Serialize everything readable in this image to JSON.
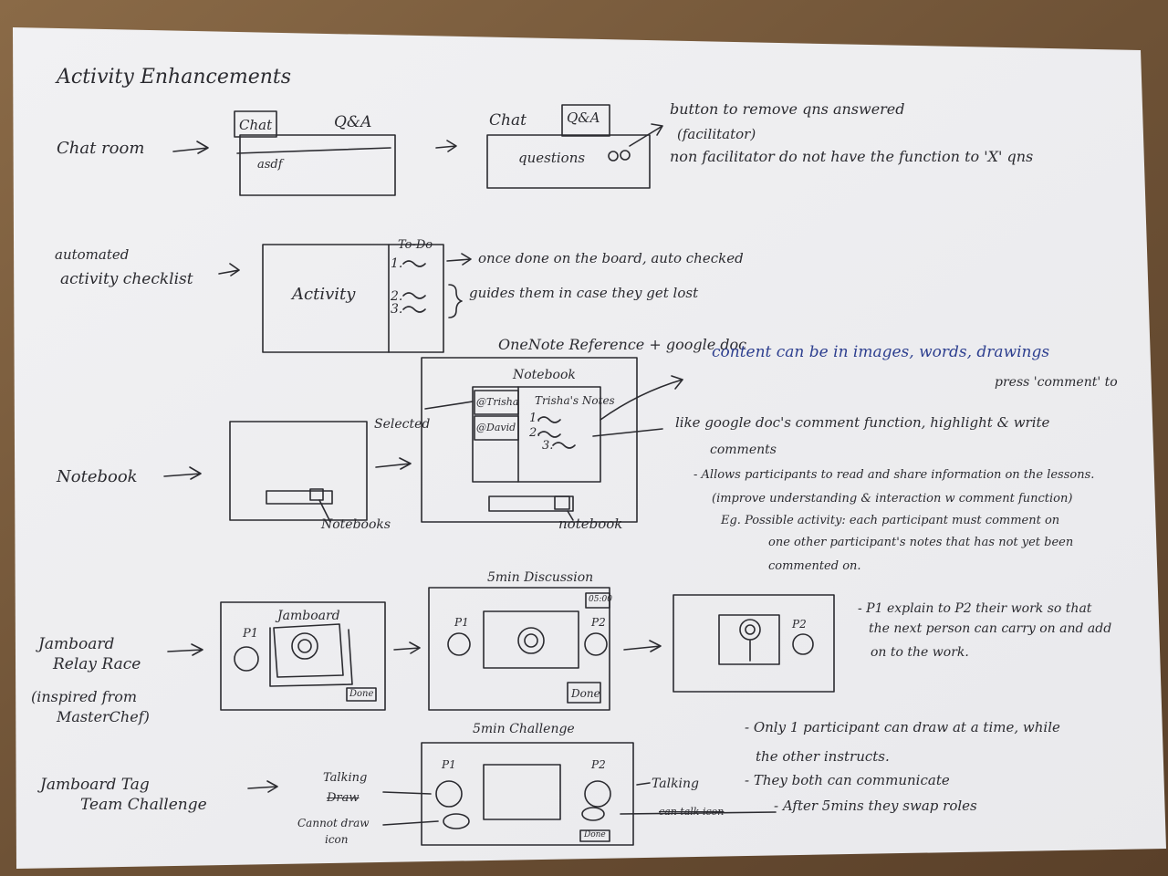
{
  "title": "Activity Enhancements",
  "chatroom": {
    "label": "Chat room",
    "sketch1": {
      "chat_tab": "Chat",
      "qa_tab": "Q&A",
      "text": "asdf"
    },
    "sketch2": {
      "chat_tab": "Chat",
      "qa_tab": "Q&A",
      "text": "questions"
    },
    "notes": [
      "button to remove qns answered",
      "(facilitator)",
      "non facilitator do not have the function to 'X' qns"
    ]
  },
  "checklist": {
    "label_line1": "automated",
    "label_line2": "activity checklist",
    "activity": "Activity",
    "todo": "To-Do",
    "items": [
      "1.",
      "2.",
      "3."
    ],
    "note_auto": "once done on the board, auto checked",
    "note_guide": "guides them in case they get lost"
  },
  "notebook": {
    "label": "Notebook",
    "heading": "OneNote Reference + google doc",
    "frame_title": "Notebook",
    "tab_trisha": "@Trisha",
    "tab_david": "@David",
    "notes_title": "Trisha's Notes",
    "items": [
      "1.",
      "2.",
      "3."
    ],
    "selected": "Selected",
    "notebooks_caption": "Notebooks",
    "notebook_caption": "notebook",
    "content_note": "content can be in images, words, drawings",
    "press_comment": "press 'comment' to",
    "google_note": "like google doc's comment function, highlight & write",
    "comments": "comments",
    "allows": [
      "- Allows participants to read and share information on the lessons.",
      "(improve understanding & interaction w comment function)",
      "Eg. Possible activity: each participant must comment on",
      "one other participant's notes that has not yet been",
      "commented on."
    ]
  },
  "relay": {
    "label": [
      "Jamboard",
      "Relay Race",
      "(inspired from",
      "MasterChef)"
    ],
    "jamboard": "Jamboard",
    "p1": "P1",
    "p2": "P2",
    "done": "Done",
    "discussion": "5min Discussion",
    "timer": "05:00",
    "notes": [
      "- P1 explain to P2 their work so that",
      "the next person can carry on and add",
      "on to the work."
    ]
  },
  "tag": {
    "label": [
      "Jamboard Tag",
      "Team Challenge"
    ],
    "challenge": "5min Challenge",
    "talking_left": "Talking",
    "draw_struck": "Draw",
    "cannot_draw": [
      "Cannot draw",
      "icon"
    ],
    "talking_right": "Talking",
    "p1": "P1",
    "p2": "P2",
    "done": "Done",
    "can_talk_struck": "can talk icon",
    "notes": [
      "- Only 1 participant can draw at a time, while",
      "the other instructs.",
      "- They both can communicate",
      "- After 5mins they swap roles"
    ]
  },
  "colors": {
    "ink": "#2b2b30",
    "blue_ink": "#2d3f8f",
    "paper": "#f4f4f6",
    "table": "#6b5238"
  }
}
